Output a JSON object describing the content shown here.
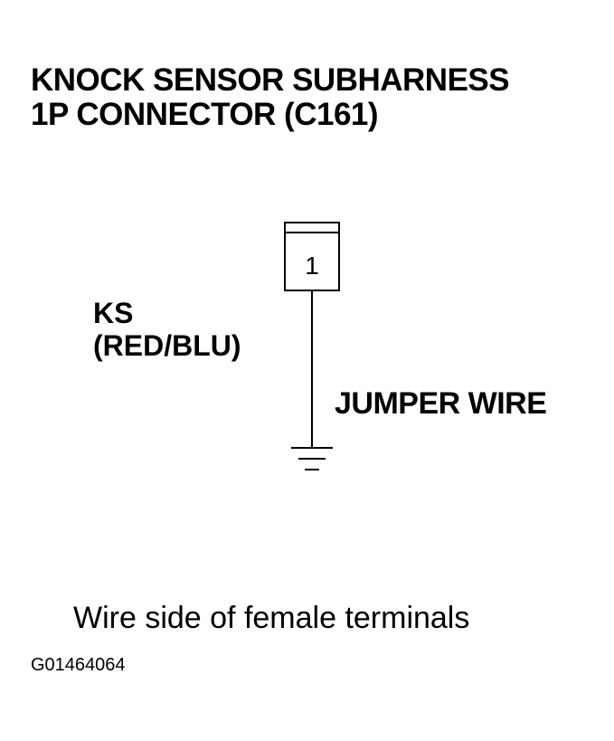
{
  "title": {
    "line1": "KNOCK SENSOR SUBHARNESS",
    "line2": "1P CONNECTOR (C161)"
  },
  "connector": {
    "pin": "1"
  },
  "wire": {
    "signal": "KS",
    "color": "(RED/BLU)"
  },
  "jumper_label": "JUMPER WIRE",
  "caption": "Wire side of female terminals",
  "figure_id": "G01464064",
  "icons": [
    "ground-icon"
  ]
}
